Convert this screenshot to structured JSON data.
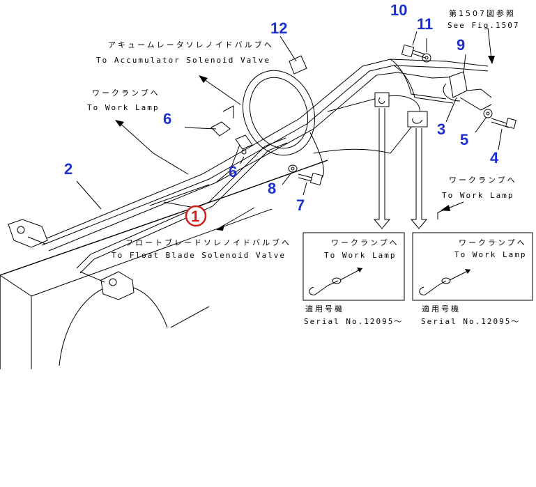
{
  "labels": {
    "fig_ref_jp": "第1507図参照",
    "fig_ref_en": "See Fig.1507",
    "accumulator_jp": "アキュームレータソレノイドバルブへ",
    "accumulator_en": "To Accumulator Solenoid Valve",
    "work_lamp_jp": "ワークランプへ",
    "work_lamp_en": "To Work Lamp",
    "float_blade_jp": "フロートブレードソレノイドバルブへ",
    "float_blade_en": "To Float Blade Solenoid Valve",
    "applicable_jp": "適用号機",
    "serial_en": "Serial No.12095～"
  },
  "callouts": {
    "c1": "1",
    "c2": "2",
    "c3": "3",
    "c4": "4",
    "c5": "5",
    "c6": "6",
    "c7": "7",
    "c8": "8",
    "c9": "9",
    "c10": "10",
    "c11": "11",
    "c12": "12"
  },
  "colors": {
    "callout_blue": "#1c2fcf",
    "callout_highlight": "#d21d1d",
    "line": "#000000",
    "background": "#ffffff"
  }
}
